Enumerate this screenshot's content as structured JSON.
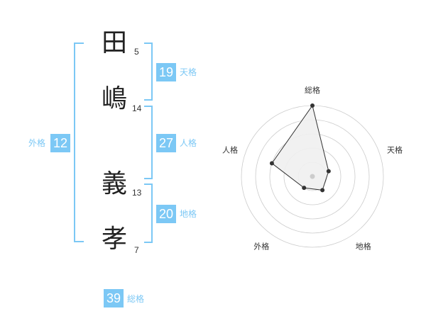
{
  "name": {
    "chars": [
      {
        "char": "田",
        "strokes": "5"
      },
      {
        "char": "嶋",
        "strokes": "14"
      },
      {
        "char": "義",
        "strokes": "13"
      },
      {
        "char": "孝",
        "strokes": "7"
      }
    ]
  },
  "fortunes": {
    "tenkaku": {
      "value": "19",
      "label": "天格"
    },
    "jinkaku": {
      "value": "27",
      "label": "人格"
    },
    "chikaku": {
      "value": "20",
      "label": "地格"
    },
    "gaikaku": {
      "value": "12",
      "label": "外格"
    },
    "soukaku": {
      "value": "39",
      "label": "総格"
    }
  },
  "chart_data": {
    "type": "radar",
    "axes": [
      "総格",
      "天格",
      "地格",
      "外格",
      "人格"
    ],
    "values": [
      5,
      1.2,
      1.2,
      1,
      3
    ],
    "rmax": 5,
    "rings": 5,
    "colors": {
      "fill": "#f0f0f0",
      "stroke": "#333333",
      "grid": "#cccccc",
      "center": "#cccccc"
    }
  }
}
